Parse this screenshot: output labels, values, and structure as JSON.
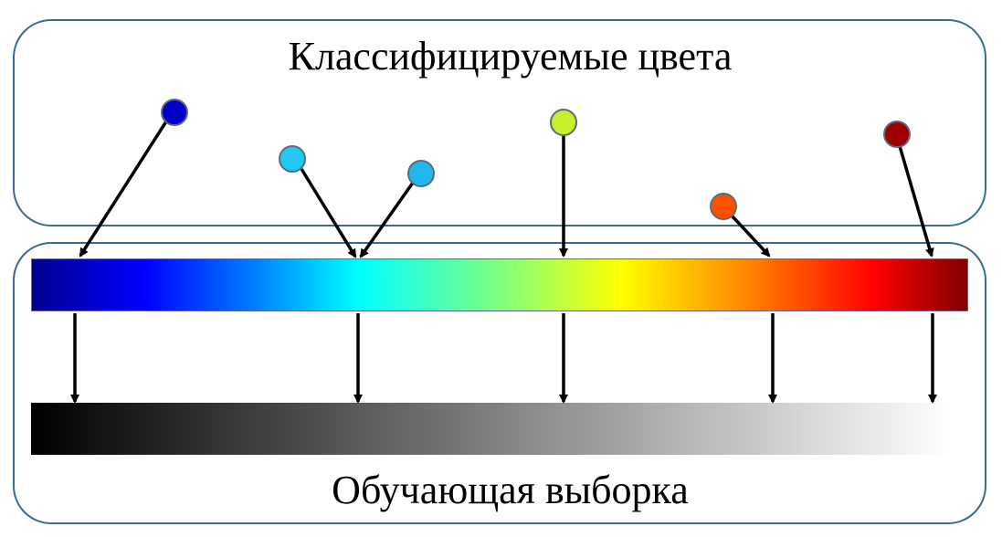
{
  "top_panel": {
    "title": "Классифицируемые цвета"
  },
  "bottom_panel": {
    "title": "Обучающая выборка"
  },
  "colors": {
    "panel_border": "#3b6a93",
    "arrow": "#000000",
    "dot_outline": "#5a6b7d"
  },
  "sample_colors": [
    {
      "name": "dark-blue",
      "fill": "#0000c8",
      "target": 0.05
    },
    {
      "name": "light-blue-1",
      "fill": "#22c8f0",
      "target": 0.35
    },
    {
      "name": "light-blue-2",
      "fill": "#22b8ee",
      "target": 0.35
    },
    {
      "name": "yellow-green",
      "fill": "#c8f028",
      "target": 0.57
    },
    {
      "name": "orange",
      "fill": "#ff5000",
      "target": 0.79
    },
    {
      "name": "dark-red",
      "fill": "#a00000",
      "target": 0.96
    }
  ]
}
